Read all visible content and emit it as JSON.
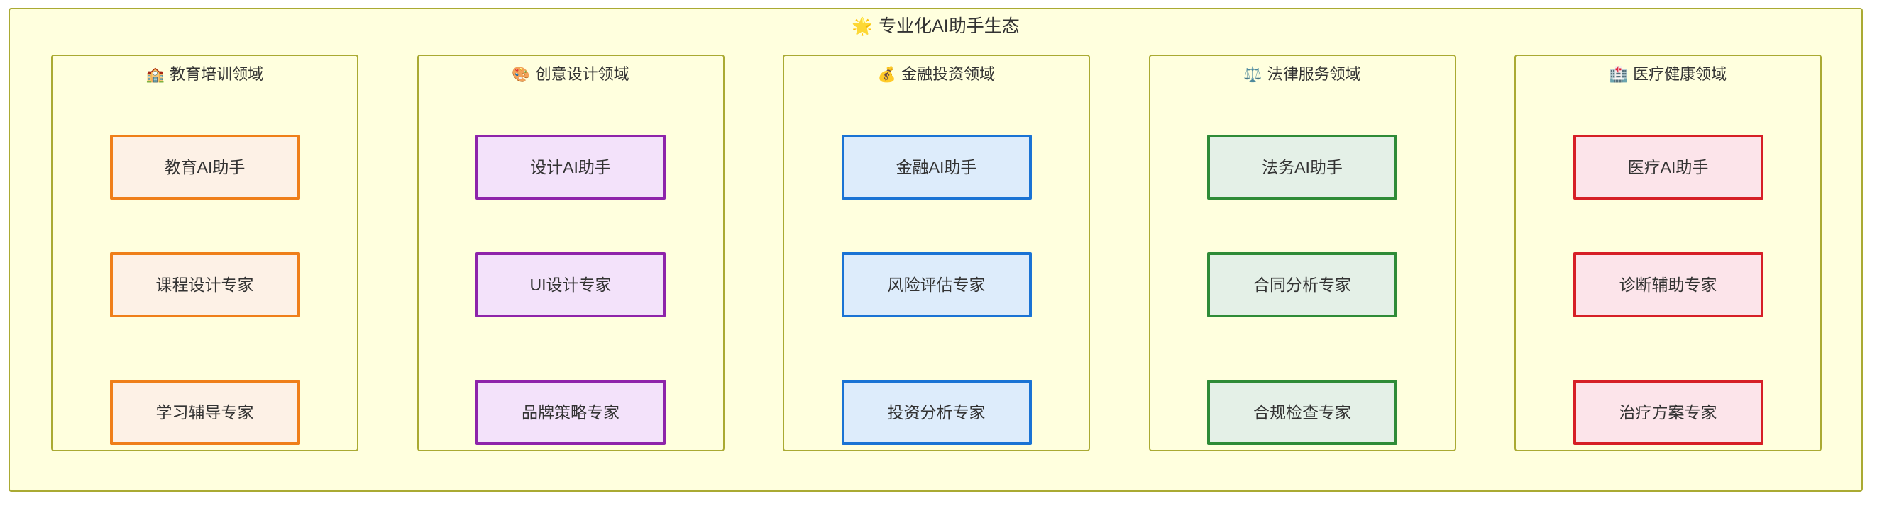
{
  "diagram": {
    "title": "专业化AI助手生态",
    "title_icon": "star-glowing-icon",
    "title_emoji": "🌟",
    "container_fill": "#ffffde",
    "container_border": "#aaaa33",
    "columns": [
      {
        "id": "education",
        "header": "教育培训领域",
        "header_icon": "school-icon",
        "header_emoji": "🏫",
        "accent": "#ef7f19",
        "fill": "#fdf1e6",
        "nodes": [
          {
            "label": "教育AI助手",
            "role": "primary"
          },
          {
            "label": "课程设计专家",
            "role": "expert"
          },
          {
            "label": "学习辅导专家",
            "role": "expert"
          }
        ]
      },
      {
        "id": "design",
        "header": "创意设计领域",
        "header_icon": "artist-palette-icon",
        "header_emoji": "🎨",
        "accent": "#8e24aa",
        "fill": "#f3e2fa",
        "nodes": [
          {
            "label": "设计AI助手",
            "role": "primary"
          },
          {
            "label": "UI设计专家",
            "role": "expert"
          },
          {
            "label": "品牌策略专家",
            "role": "expert"
          }
        ]
      },
      {
        "id": "finance",
        "header": "金融投资领域",
        "header_icon": "money-bag-icon",
        "header_emoji": "💰",
        "accent": "#1a73d4",
        "fill": "#ddecfb",
        "nodes": [
          {
            "label": "金融AI助手",
            "role": "primary"
          },
          {
            "label": "风险评估专家",
            "role": "expert"
          },
          {
            "label": "投资分析专家",
            "role": "expert"
          }
        ]
      },
      {
        "id": "legal",
        "header": "法律服务领域",
        "header_icon": "balance-scale-icon",
        "header_emoji": "⚖️",
        "accent": "#2e8b37",
        "fill": "#e4f0e7",
        "nodes": [
          {
            "label": "法务AI助手",
            "role": "primary"
          },
          {
            "label": "合同分析专家",
            "role": "expert"
          },
          {
            "label": "合规检查专家",
            "role": "expert"
          }
        ]
      },
      {
        "id": "medical",
        "header": "医疗健康领域",
        "header_icon": "hospital-icon",
        "header_emoji": "🏥",
        "accent": "#d61f26",
        "fill": "#fce4ea",
        "nodes": [
          {
            "label": "医疗AI助手",
            "role": "primary"
          },
          {
            "label": "诊断辅助专家",
            "role": "expert"
          },
          {
            "label": "治疗方案专家",
            "role": "expert"
          }
        ]
      }
    ]
  }
}
